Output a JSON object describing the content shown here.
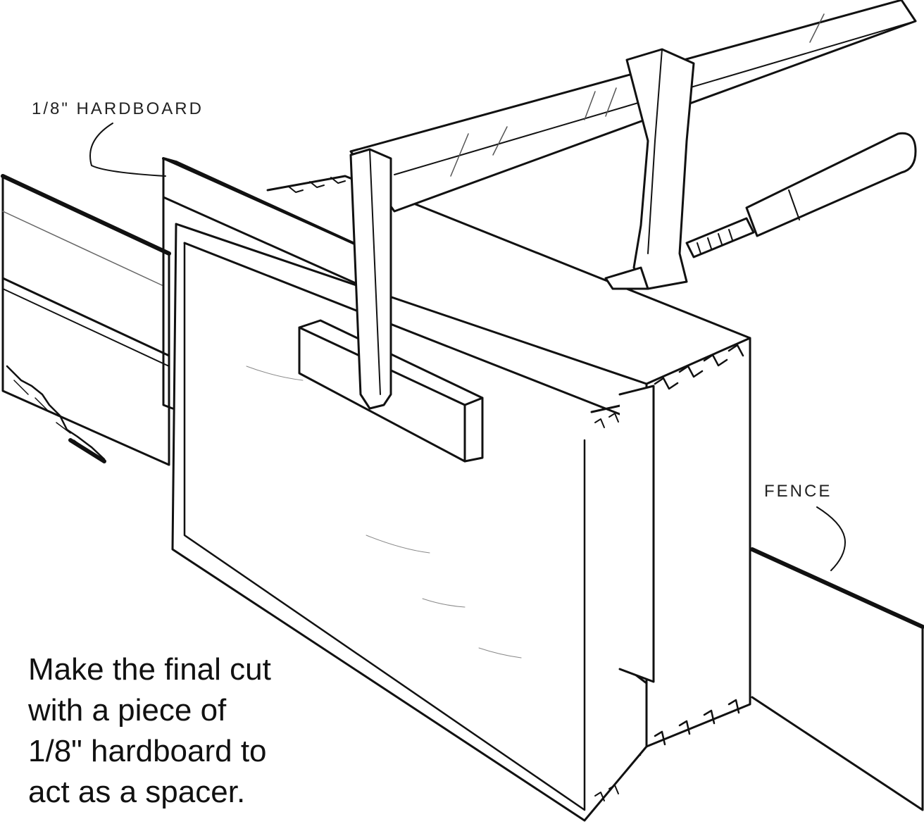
{
  "labels": {
    "hardboard": "1/8\" HARDBOARD",
    "fence": "FENCE"
  },
  "caption": {
    "lines": [
      "Make the final cut",
      "with a piece of",
      "1/8\" hardboard to",
      "act as a spacer."
    ]
  },
  "colors": {
    "ink": "#111111",
    "paper": "#ffffff"
  }
}
